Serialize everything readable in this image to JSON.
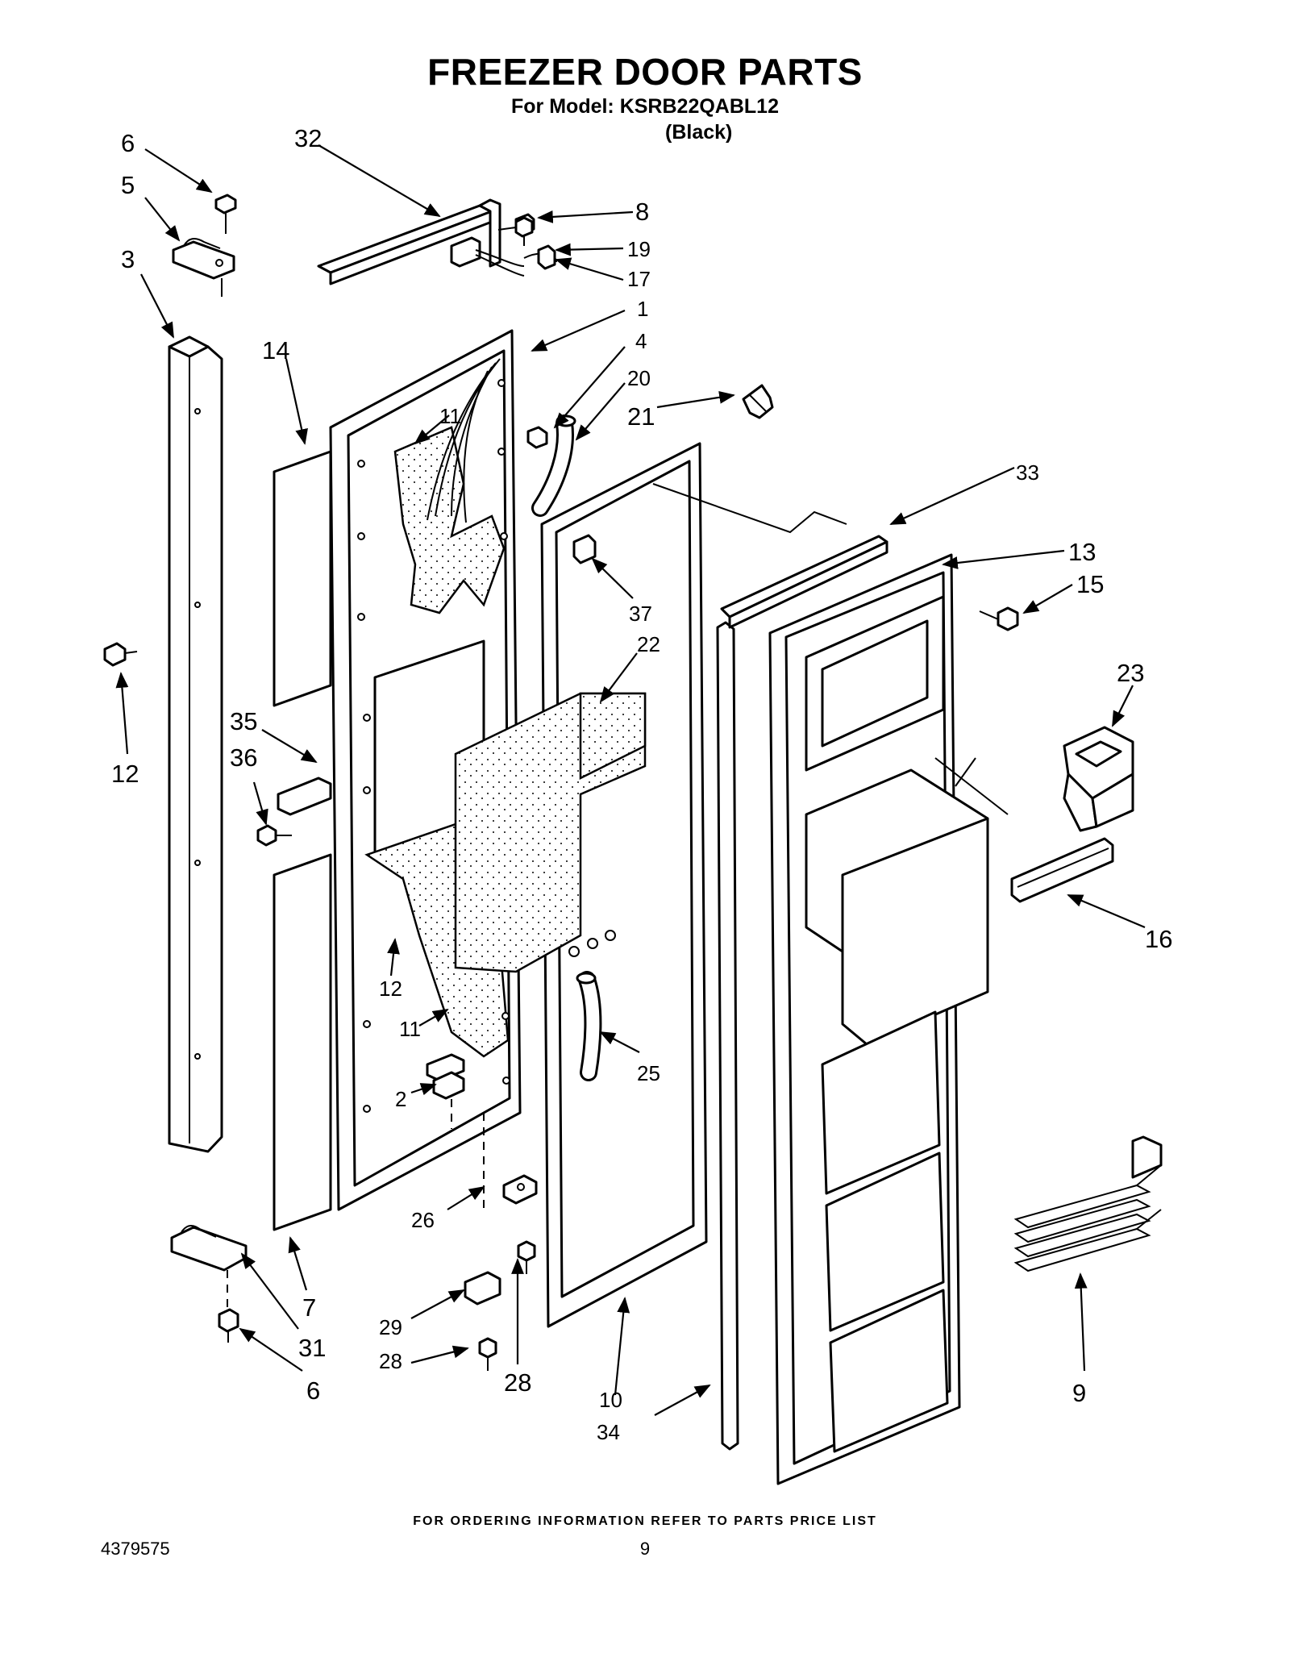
{
  "header": {
    "title": "FREEZER DOOR PARTS",
    "model_line": "For Model: KSRB22QABL12",
    "color_note": "(Black)"
  },
  "callouts": {
    "c1": "1",
    "c2": "2",
    "c3": "3",
    "c4": "4",
    "c5": "5",
    "c6_top": "6",
    "c6_bottom": "6",
    "c7": "7",
    "c8": "8",
    "c9": "9",
    "c10": "10",
    "c11_top": "11",
    "c11_mid": "11",
    "c12_left": "12",
    "c12_mid": "12",
    "c13": "13",
    "c14": "14",
    "c15": "15",
    "c16": "16",
    "c17": "17",
    "c19": "19",
    "c20": "20",
    "c21": "21",
    "c22": "22",
    "c23": "23",
    "c25": "25",
    "c26": "26",
    "c28_left": "28",
    "c28_right": "28",
    "c29": "29",
    "c31": "31",
    "c32": "32",
    "c33": "33",
    "c34": "34",
    "c35": "35",
    "c36": "36",
    "c37": "37"
  },
  "footer": {
    "ordering_note": "FOR ORDERING INFORMATION REFER TO PARTS PRICE LIST",
    "document_number": "4379575",
    "page_number": "9"
  }
}
